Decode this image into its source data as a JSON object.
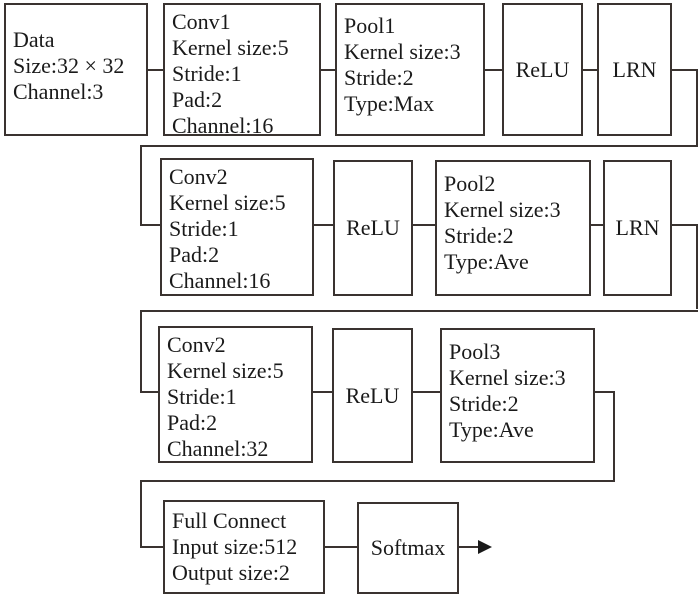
{
  "diagram": {
    "title": "CNN architecture block diagram",
    "line_color": "#3a3330",
    "background": "#ffffff",
    "rows": [
      {
        "id": "row-1",
        "blocks": [
          {
            "id": "data",
            "lines": [
              "Data",
              "Size:32 × 32",
              "Channel:3"
            ]
          },
          {
            "id": "conv1",
            "lines": [
              "Conv1",
              "Kernel size:5",
              "Stride:1",
              "Pad:2",
              "Channel:16"
            ]
          },
          {
            "id": "pool1",
            "lines": [
              "Pool1",
              "Kernel size:3",
              "Stride:2",
              "Type:Max"
            ]
          },
          {
            "id": "relu1",
            "lines": [
              "ReLU"
            ]
          },
          {
            "id": "lrn1",
            "lines": [
              "LRN"
            ]
          }
        ]
      },
      {
        "id": "row-2",
        "blocks": [
          {
            "id": "conv2",
            "lines": [
              "Conv2",
              "Kernel size:5",
              "Stride:1",
              "Pad:2",
              "Channel:16"
            ]
          },
          {
            "id": "relu2",
            "lines": [
              "ReLU"
            ]
          },
          {
            "id": "pool2",
            "lines": [
              "Pool2",
              "Kernel size:3",
              "Stride:2",
              "Type:Ave"
            ]
          },
          {
            "id": "lrn2",
            "lines": [
              "LRN"
            ]
          }
        ]
      },
      {
        "id": "row-3",
        "blocks": [
          {
            "id": "conv3",
            "lines": [
              "Conv2",
              "Kernel size:5",
              "Stride:1",
              "Pad:2",
              "Channel:32"
            ]
          },
          {
            "id": "relu3",
            "lines": [
              "ReLU"
            ]
          },
          {
            "id": "pool3",
            "lines": [
              "Pool3",
              "Kernel size:3",
              "Stride:2",
              "Type:Ave"
            ]
          }
        ]
      },
      {
        "id": "row-4",
        "blocks": [
          {
            "id": "fc",
            "lines": [
              "Full Connect",
              "Input size:512",
              "Output size:2"
            ]
          },
          {
            "id": "softmax",
            "lines": [
              "Softmax"
            ]
          }
        ]
      }
    ]
  }
}
